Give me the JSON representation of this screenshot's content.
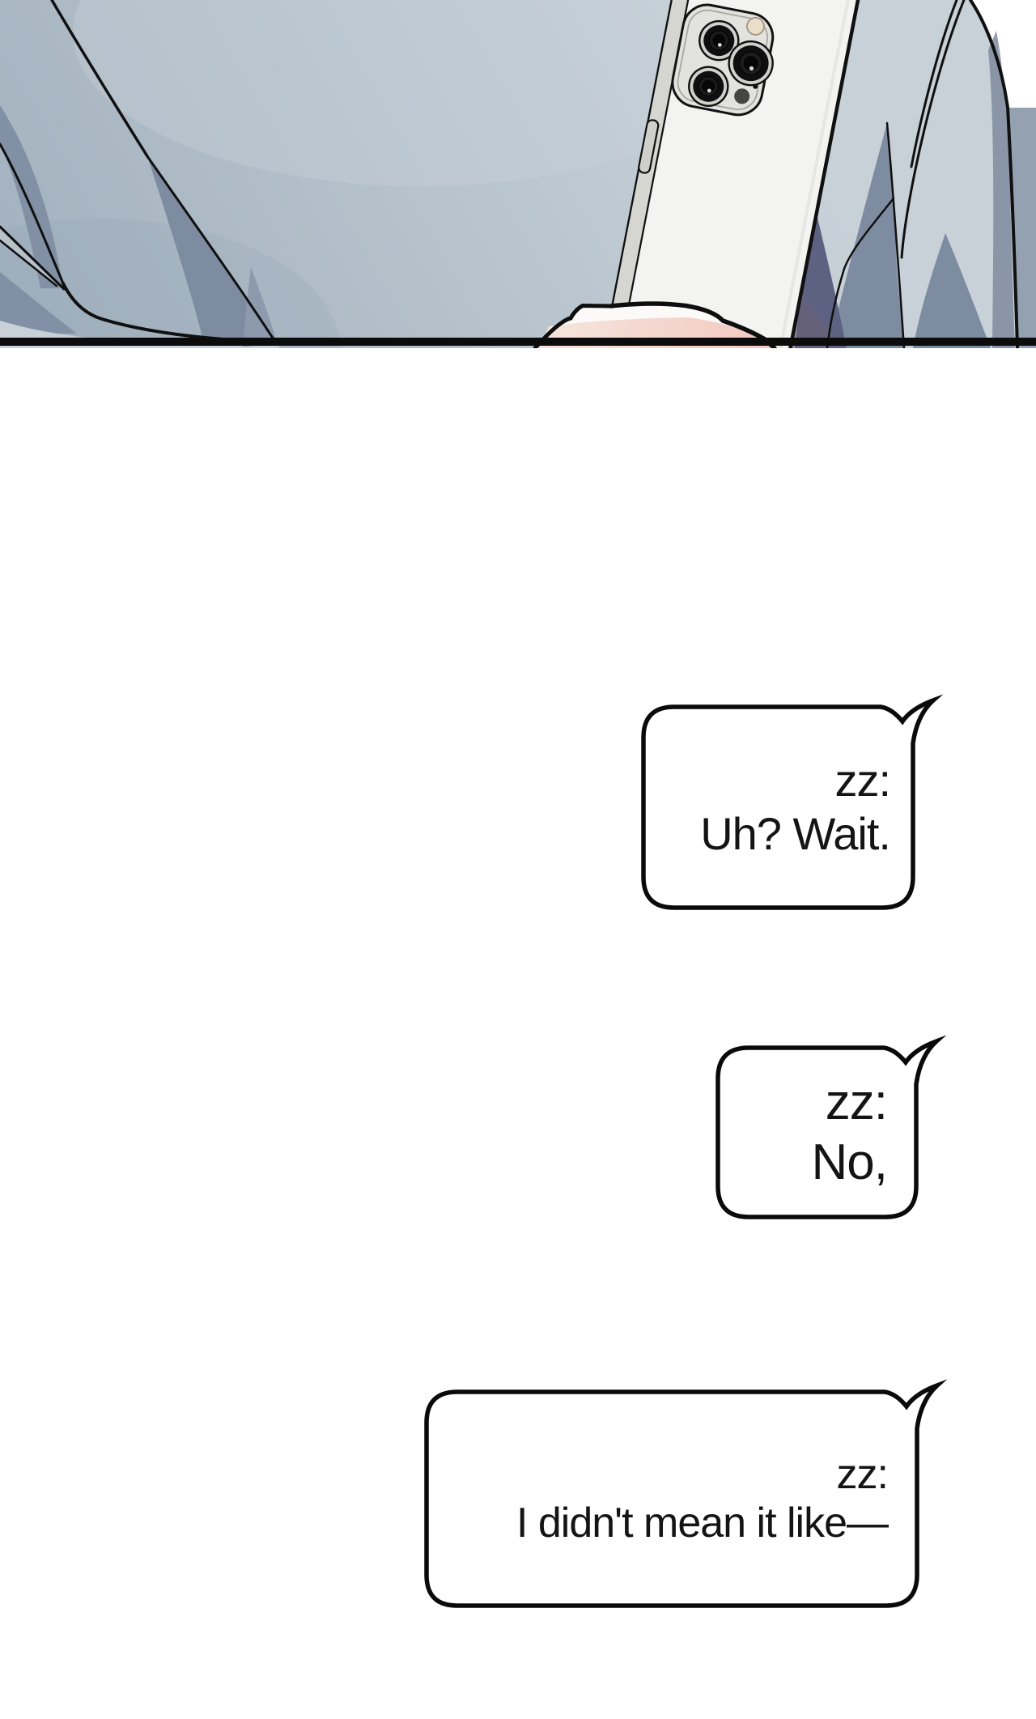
{
  "panel": {
    "type": "webtoon-comic-panel",
    "colors": {
      "page_background": "#ffffff",
      "outline_black": "#0e0e0e",
      "divider_line": "#0c0c0c",
      "fabric_base": "#aebcc8",
      "fabric_light": "#c8d1d8",
      "fabric_fold_shadow": "#7e8ca2",
      "fabric_fold_dark_indigo": "#5d6282",
      "phone_body": "#f3f3f1",
      "phone_rail": "#d5d5d1",
      "camera_plate": "#e2e2de",
      "camera_lens": "#0f0f0f",
      "camera_flash": "#ecdfca",
      "hand_skin": "#f5e3da",
      "hand_blush": "#f3c8c1"
    }
  },
  "bubbles": [
    {
      "speaker": "zz:",
      "message": "Uh? Wait."
    },
    {
      "speaker": "zz:",
      "message": "No,"
    },
    {
      "speaker": "zz:",
      "message": "I didn't mean it like—"
    }
  ],
  "bubble_style": {
    "fill": "#ffffff",
    "border": "#0a0a0a"
  }
}
